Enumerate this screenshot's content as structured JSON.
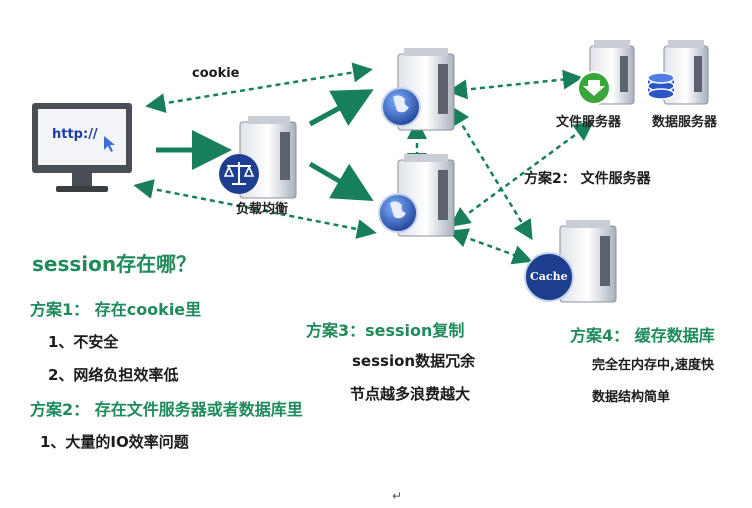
{
  "diagram": {
    "edge_labels": {
      "cookie": "cookie"
    },
    "client": {
      "url_text": "http://"
    },
    "load_balancer": {
      "label": "负载均衡"
    },
    "cache": {
      "badge": "Cache"
    },
    "file_server": {
      "label": "文件服务器"
    },
    "db_server": {
      "label": "数据服务器"
    },
    "plan2_tag": "方案2： 文件服务器"
  },
  "notes": {
    "heading": "session存在哪？",
    "plan1": {
      "title": "方案1： 存在cookie里",
      "items": [
        "1、不安全",
        "2、网络负担效率低"
      ]
    },
    "plan2": {
      "title": "方案2： 存在文件服务器或者数据库里",
      "items": [
        "1、大量的IO效率问题"
      ]
    },
    "plan3": {
      "title": "方案3：session复制",
      "items": [
        "session数据冗余",
        "节点越多浪费越大"
      ]
    },
    "plan4": {
      "title": "方案4： 缓存数据库",
      "items": [
        "完全在内存中,速度快",
        "数据结构简单"
      ]
    },
    "footer_mark": "↵"
  },
  "colors": {
    "accent": "#1f8a5a",
    "arrow": "#17805a",
    "server_blue": "#1e3f8f"
  }
}
